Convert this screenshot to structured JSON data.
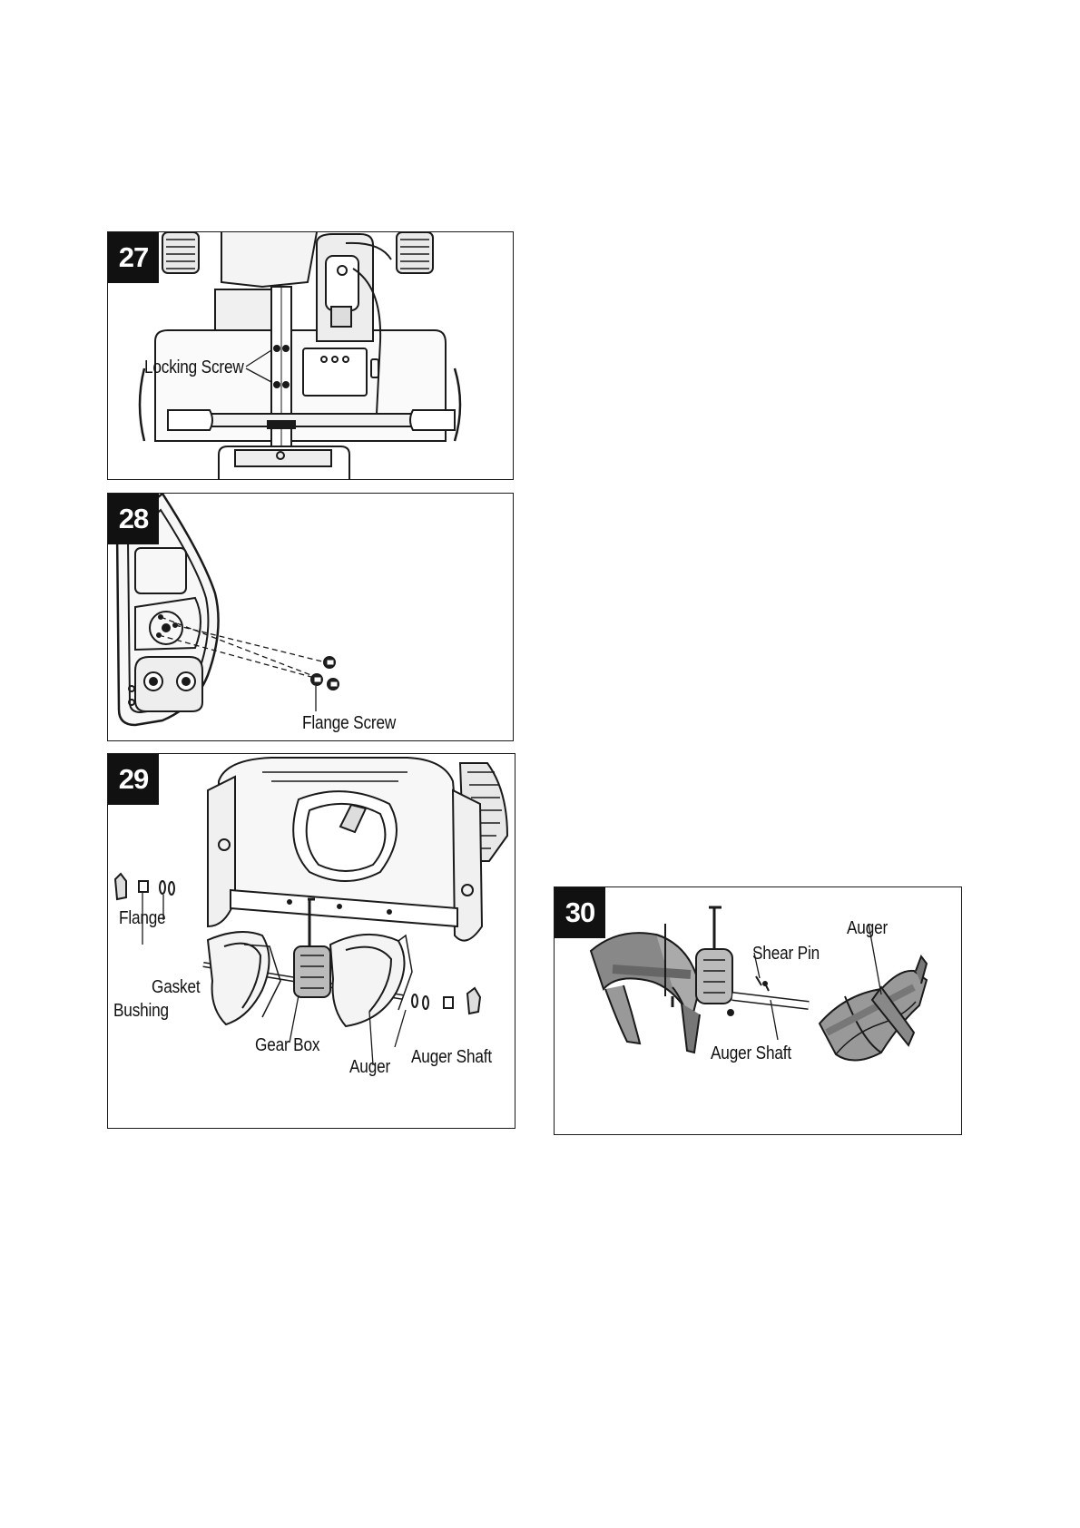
{
  "figures": [
    {
      "number": "27",
      "labels": {
        "locking_screw": "Locking Screw"
      }
    },
    {
      "number": "28",
      "labels": {
        "flange_screw": "Flange Screw"
      }
    },
    {
      "number": "29",
      "labels": {
        "flange": "Flange",
        "bushing": "Bushing",
        "gasket": "Gasket",
        "gear_box": "Gear Box",
        "auger": "Auger",
        "auger_shaft": "Auger Shaft"
      }
    },
    {
      "number": "30",
      "labels": {
        "auger": "Auger",
        "shear_pin": "Shear Pin",
        "auger_shaft": "Auger Shaft"
      }
    }
  ]
}
